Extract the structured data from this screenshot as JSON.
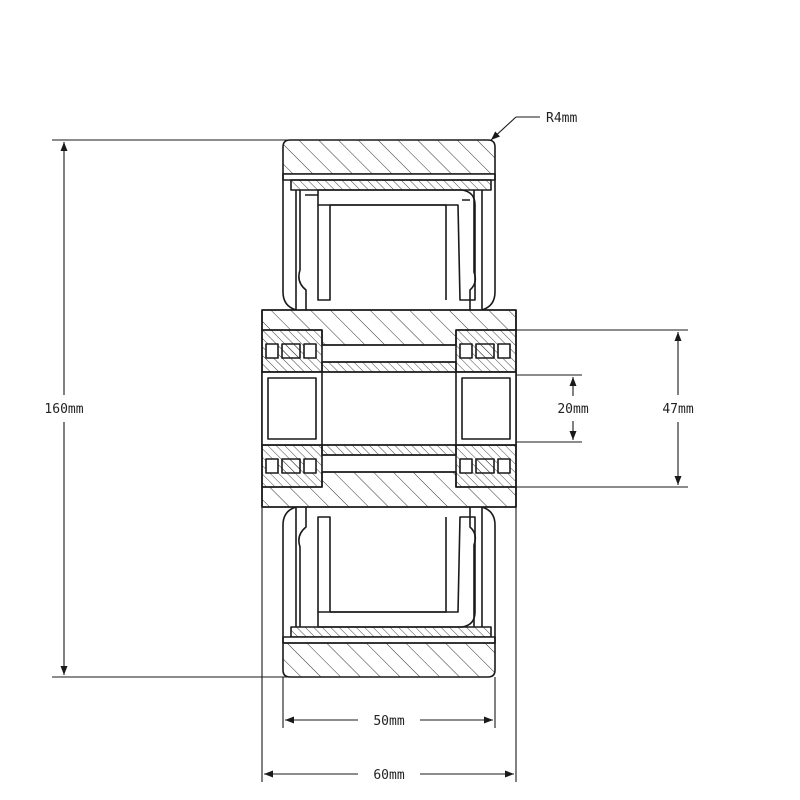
{
  "drawing": {
    "dimensions": {
      "outer_diameter": "160mm",
      "inner_bore": "20mm",
      "bearing_seat": "47mm",
      "tread_width": "50mm",
      "hub_width": "60mm",
      "edge_radius": "R4mm"
    },
    "colors": {
      "line": "#1a1a1a",
      "hatch": "#333333",
      "background": "#ffffff"
    }
  }
}
